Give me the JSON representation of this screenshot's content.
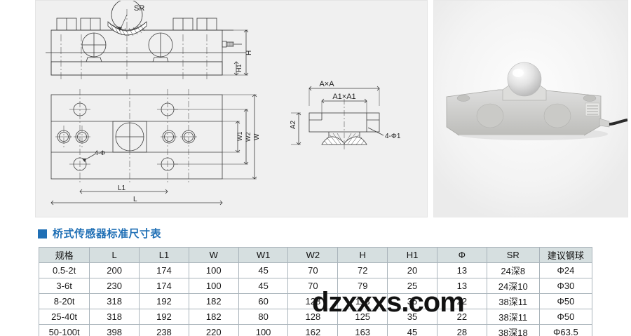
{
  "section": {
    "title": "桥式传感器标准尺寸表",
    "marker_color": "#1f6fb5"
  },
  "watermark": {
    "text": "dzxxxs.com"
  },
  "drawing": {
    "side_view": {
      "labels": {
        "sr": "SR",
        "h": "H",
        "h1": "H1"
      }
    },
    "plan_view": {
      "labels": {
        "w": "W",
        "w1": "W1",
        "w2": "W2",
        "l": "L",
        "l1": "L1",
        "holes": "4-Φ"
      }
    },
    "section_view": {
      "labels": {
        "a_a": "A×A",
        "a1_a1": "A1×A1",
        "a2": "A2",
        "holes": "4-Φ1"
      }
    }
  },
  "photo": {
    "caption": "shear-beam-load-cell"
  },
  "table": {
    "headers": [
      "规格",
      "L",
      "L1",
      "W",
      "W1",
      "W2",
      "H",
      "H1",
      "Φ",
      "SR",
      "建议钢球"
    ],
    "rows": [
      [
        "0.5-2t",
        "200",
        "174",
        "100",
        "45",
        "70",
        "72",
        "20",
        "13",
        "24深8",
        "Φ24"
      ],
      [
        "3-6t",
        "230",
        "174",
        "100",
        "45",
        "70",
        "79",
        "25",
        "13",
        "24深10",
        "Φ30"
      ],
      [
        "8-20t",
        "318",
        "192",
        "182",
        "60",
        "128",
        "113",
        "35",
        "22",
        "38深11",
        "Φ50"
      ],
      [
        "25-40t",
        "318",
        "192",
        "182",
        "80",
        "128",
        "125",
        "35",
        "22",
        "38深11",
        "Φ50"
      ],
      [
        "50-100t",
        "398",
        "238",
        "220",
        "100",
        "162",
        "163",
        "45",
        "28",
        "38深18",
        "Φ63.5"
      ]
    ]
  }
}
